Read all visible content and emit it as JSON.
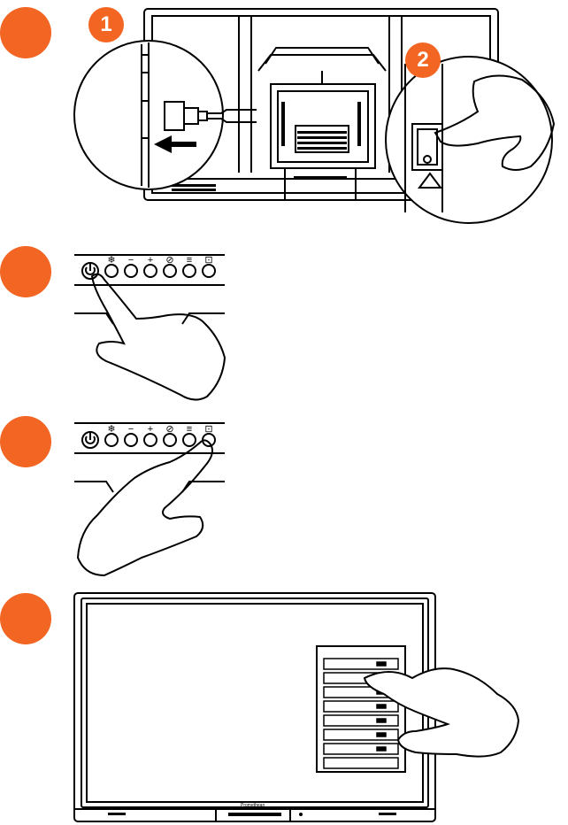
{
  "steps": [
    {
      "id": "step-1",
      "badge_color": "#f26522"
    },
    {
      "id": "step-2",
      "badge_color": "#f26522"
    },
    {
      "id": "step-3",
      "badge_color": "#f26522"
    },
    {
      "id": "step-4",
      "badge_color": "#f26522"
    }
  ],
  "callouts": {
    "one": "1",
    "two": "2"
  },
  "control_panel": {
    "buttons": [
      {
        "name": "power",
        "icon": "power-icon"
      },
      {
        "name": "freeze",
        "icon": "snowflake-icon"
      },
      {
        "name": "volume-down",
        "icon": "minus-icon"
      },
      {
        "name": "volume-up",
        "icon": "plus-icon"
      },
      {
        "name": "mute",
        "icon": "mute-icon"
      },
      {
        "name": "menu",
        "icon": "menu-icon"
      },
      {
        "name": "input",
        "icon": "input-source-icon"
      }
    ]
  },
  "input_menu": {
    "item_count": 8
  },
  "display_brand": "Promethean",
  "colors": {
    "accent": "#f26522",
    "line": "#000000"
  }
}
